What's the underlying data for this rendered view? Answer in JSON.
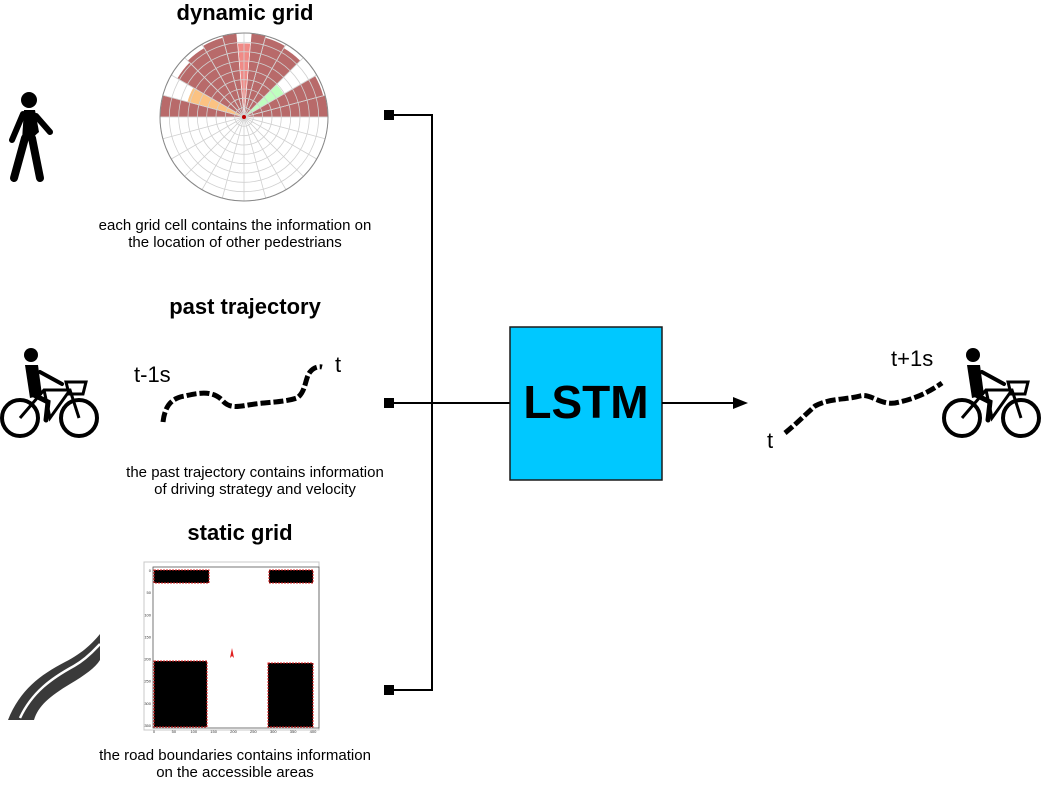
{
  "dynamic_grid": {
    "title": "dynamic grid",
    "caption_line1": "each grid cell contains the information on",
    "caption_line2": "the location of other pedestrians"
  },
  "past_trajectory": {
    "title": "past trajectory",
    "start_label": "t-1s",
    "end_label": "t",
    "caption_line1": "the past trajectory contains information",
    "caption_line2": "of driving strategy and velocity"
  },
  "static_grid": {
    "title": "static grid",
    "caption_line1": "the road boundaries contains information",
    "caption_line2": "on the accessible areas",
    "x_ticks": [
      "0",
      "50",
      "100",
      "150",
      "200",
      "250",
      "300",
      "350",
      "400"
    ],
    "y_ticks": [
      "0",
      "50",
      "100",
      "150",
      "200",
      "250",
      "300",
      "350"
    ]
  },
  "model": {
    "label": "LSTM",
    "color": "#00c8ff"
  },
  "output": {
    "start_label": "t",
    "end_label": "t+1s"
  },
  "colors": {
    "occupied": "#b86a6a",
    "front_cell": "#f08a86",
    "left_cell": "#fbc282",
    "right_cell": "#bfffbf"
  },
  "icons": [
    "pedestrian-icon",
    "cyclist-icon",
    "road-icon",
    "cyclist-output-icon"
  ]
}
